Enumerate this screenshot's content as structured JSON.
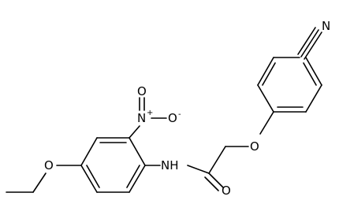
{
  "molecule": {
    "atoms": {
      "nitrile_n": "N",
      "nitro_n": "N",
      "nitro_o_top": "O",
      "nitro_o_right": "O",
      "ether_o_right": "O",
      "ether_o_left": "O",
      "amide_nh": "NH",
      "amide_o": "O"
    },
    "charges": {
      "nitro_n": "+",
      "nitro_o_right": "-"
    }
  }
}
